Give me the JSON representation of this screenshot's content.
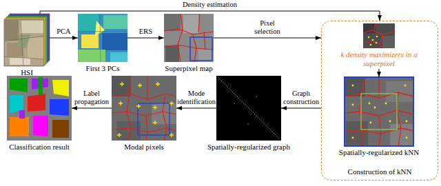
{
  "diagram": {
    "nodes": [
      {
        "text": [
          "HSI"
        ]
      },
      {
        "text": [
          "First 3 PCs"
        ]
      },
      {
        "text": [
          "Superpixel map"
        ]
      },
      {
        "text": [
          "Construction of kNN"
        ]
      },
      {
        "text": [
          "k density maximizers in a superpixel"
        ],
        "in": 3
      },
      {
        "text": [
          "Spatially-regularized kNN"
        ],
        "in": 3
      },
      {
        "text": [
          "Spatially-regularized graph"
        ]
      },
      {
        "text": [
          "Modal pixels"
        ]
      },
      {
        "text": [
          "Classification result"
        ]
      }
    ],
    "edges": [
      {
        "from": 0,
        "to": 1,
        "label": "PCA",
        "arrow": "to"
      },
      {
        "from": 1,
        "to": 2,
        "label": "ERS",
        "arrow": "to"
      },
      {
        "from": 2,
        "to": 3,
        "label": "Pixel selection",
        "arrow": "to"
      },
      {
        "from": 0,
        "to": 3,
        "label": "Density estimation",
        "arrow": "to"
      },
      {
        "from": 4,
        "to": 5,
        "arrow": "to"
      },
      {
        "from": 3,
        "to": 6,
        "label": "Graph construction",
        "arrow": "to"
      },
      {
        "from": 6,
        "to": 7,
        "label": "Mode identification",
        "arrow": "to"
      },
      {
        "from": 7,
        "to": 8,
        "label": "Label propagation",
        "arrow": "to"
      }
    ]
  }
}
